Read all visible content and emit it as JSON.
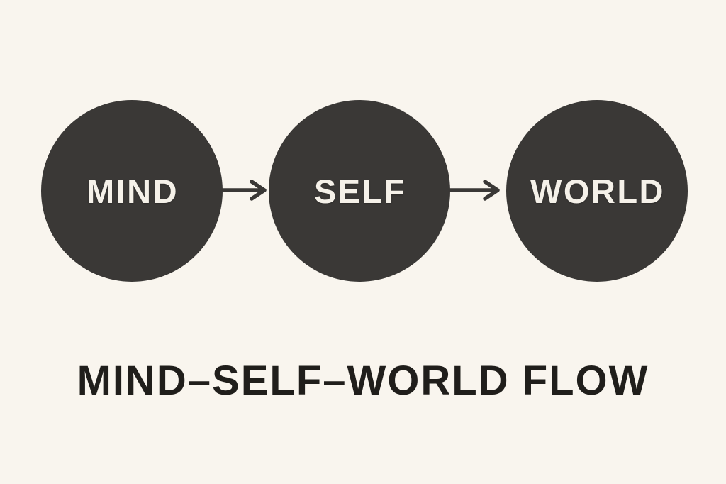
{
  "theme": {
    "bg": "#f9f5ee",
    "node": "#3a3836",
    "node-text": "#f5f1e9",
    "arrow": "#3a3836",
    "title": "#201e1b"
  },
  "diagram": {
    "nodes": [
      {
        "label": "MIND"
      },
      {
        "label": "SELF"
      },
      {
        "label": "WORLD"
      }
    ],
    "arrows": [
      {
        "from": "MIND",
        "to": "SELF"
      },
      {
        "from": "SELF",
        "to": "WORLD"
      }
    ]
  },
  "title": {
    "text": "MIND–SELF–WORLD FLOW"
  }
}
